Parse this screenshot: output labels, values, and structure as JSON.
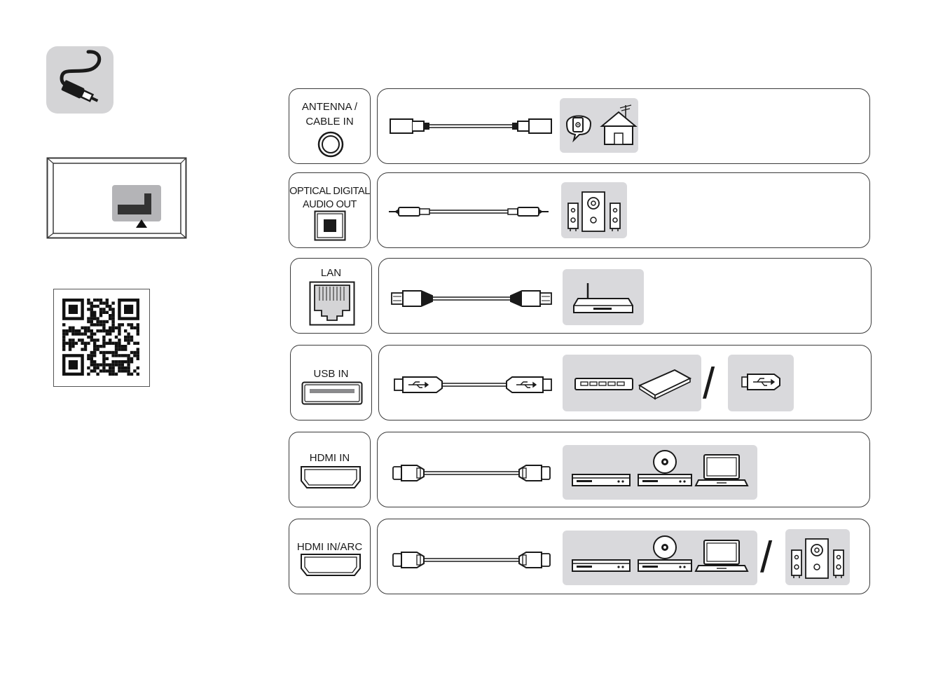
{
  "ports": [
    {
      "name": "antenna",
      "label_lines": [
        "ANTENNA /",
        "CABLE IN"
      ]
    },
    {
      "name": "optical",
      "label_lines": [
        "OPTICAL DIGITAL",
        "AUDIO OUT"
      ]
    },
    {
      "name": "lan",
      "label_lines": [
        "LAN"
      ]
    },
    {
      "name": "usb",
      "label_lines": [
        "USB IN"
      ]
    },
    {
      "name": "hdmi",
      "label_lines": [
        "HDMI IN"
      ]
    },
    {
      "name": "hdmi-arc",
      "label_lines": [
        "HDMI IN/ARC"
      ]
    }
  ],
  "separator": "/",
  "icons": {
    "header": "cable-plug-icon",
    "tv_rear": "tv-rear-panel-icon",
    "qr": "qr-code"
  },
  "colors": {
    "panel_gray": "#d9d9dc",
    "header_icon_bg": "#d4d4d6",
    "border": "#3a3a3a"
  }
}
